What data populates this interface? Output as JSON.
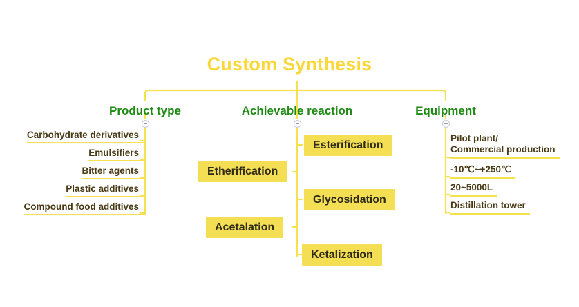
{
  "title": "Custom Synthesis",
  "headers": {
    "product": "Product type",
    "reaction": "Achievable reaction",
    "equipment": "Equipment"
  },
  "colors": {
    "title_yellow": "#FBD73A",
    "header_green": "#1E8A14",
    "box_yellow": "#F4DE53",
    "line_yellow": "#F5E14E",
    "item_text": "#4A3B16",
    "box_text": "#2E2A18"
  },
  "product_types": [
    {
      "label": "Carbohydrate derivatives"
    },
    {
      "label": "Emulsifiers"
    },
    {
      "label": "Bitter agents"
    },
    {
      "label": "Plastic additives"
    },
    {
      "label": "Compound food additives"
    }
  ],
  "reactions": [
    {
      "label": "Esterification",
      "side": "right"
    },
    {
      "label": "Etherification",
      "side": "left"
    },
    {
      "label": "Glycosidation",
      "side": "right"
    },
    {
      "label": "Acetalation",
      "side": "left"
    },
    {
      "label": "Ketalization",
      "side": "right"
    }
  ],
  "equipment": [
    {
      "label": "Pilot plant/\nCommercial production"
    },
    {
      "label": "-10℃~+250℃"
    },
    {
      "label": "20~5000L"
    },
    {
      "label": "Distillation tower"
    }
  ],
  "toggles": {
    "icon": "minus-circle-icon",
    "count": 3
  }
}
